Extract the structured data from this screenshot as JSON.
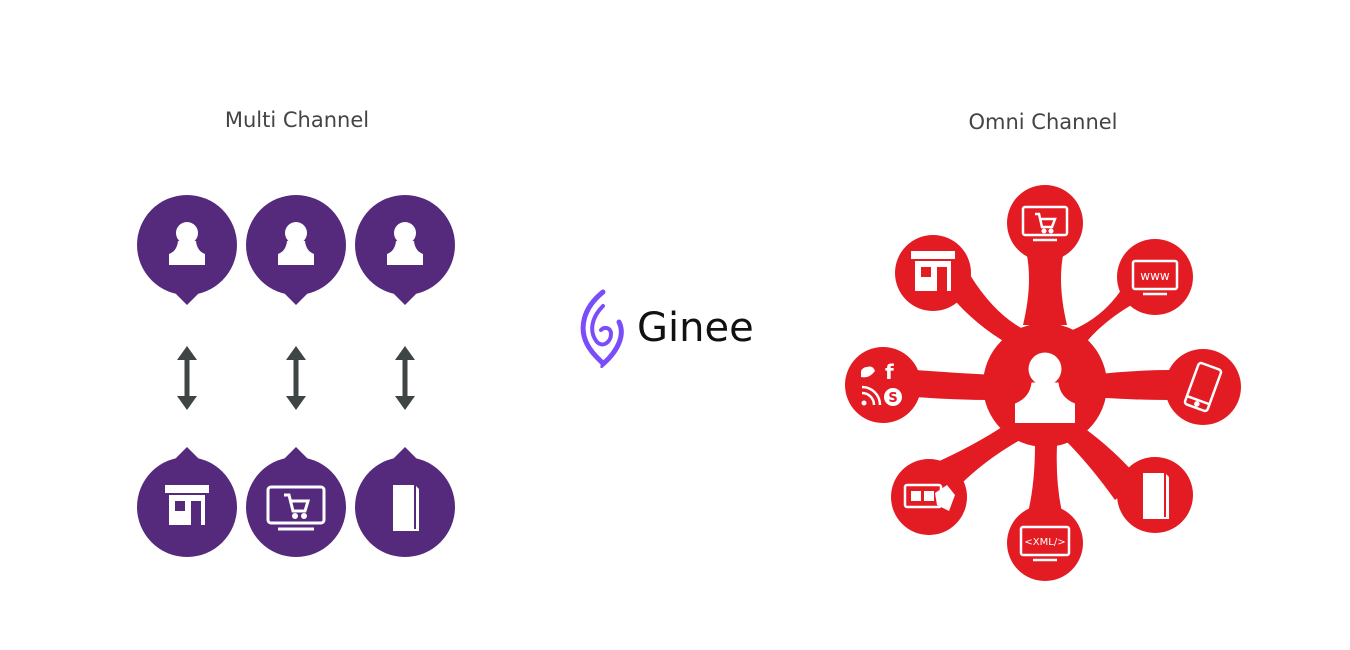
{
  "multi": {
    "title": "Multi Channel",
    "color": "#552a7c",
    "arrow_color": "#3f4544",
    "customers": [
      "user-icon",
      "user-icon",
      "user-icon"
    ],
    "channels": [
      "store-icon",
      "cart-monitor-icon",
      "catalog-book-icon"
    ]
  },
  "omni": {
    "title": "Omni Channel",
    "color": "#e31b23",
    "hub": "user-icon",
    "channels": [
      "cart-monitor-icon",
      "www-monitor-icon",
      "mobile-phone-icon",
      "catalog-book-icon",
      "xml-monitor-icon",
      "payment-terminal-icon",
      "social-media-icon",
      "store-icon"
    ],
    "www_text": "www",
    "xml_text": "<XML/>"
  },
  "logo": {
    "text": "Ginee",
    "color": "#7b4dfa"
  }
}
